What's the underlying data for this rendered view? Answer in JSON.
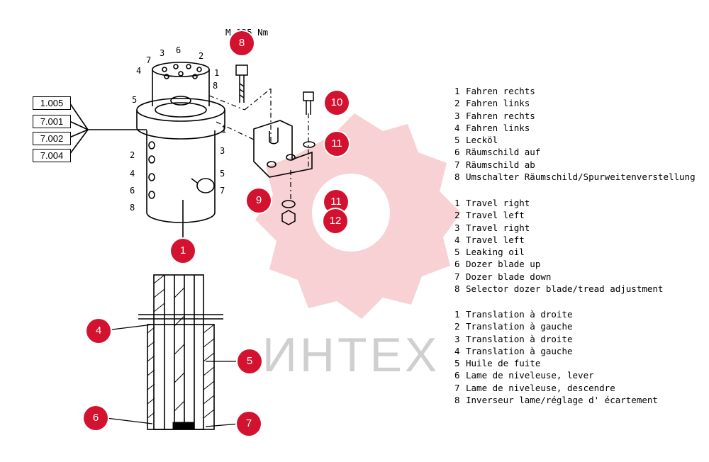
{
  "torque_label": "M  125 Nm",
  "watermark": "ИНТЕХ",
  "colors": {
    "bubble": "#d2122e",
    "watermark_gear": "#f6c9cc",
    "line": "#000000"
  },
  "ref_boxes": [
    "1.005",
    "7.001",
    "7.002",
    "7.004"
  ],
  "callout_numbers": {
    "top": [
      "7",
      "3",
      "6",
      "2",
      "4",
      "1",
      "5",
      "8"
    ],
    "side_right": [
      "1",
      "3",
      "5",
      "7"
    ],
    "side_left": [
      "2",
      "4",
      "6",
      "8"
    ]
  },
  "bubbles": [
    "8",
    "10",
    "11",
    "11",
    "12",
    "9",
    "1",
    "4",
    "5",
    "6",
    "7"
  ],
  "legend_de": [
    {
      "n": "1",
      "t": "Fahren rechts"
    },
    {
      "n": "2",
      "t": "Fahren links"
    },
    {
      "n": "3",
      "t": "Fahren rechts"
    },
    {
      "n": "4",
      "t": "Fahren links"
    },
    {
      "n": "5",
      "t": "Lecköl"
    },
    {
      "n": "6",
      "t": "Räumschild auf"
    },
    {
      "n": "7",
      "t": "Räumschild ab"
    },
    {
      "n": "8",
      "t": "Umschalter Räumschild/Spurweitenverstellung"
    }
  ],
  "legend_en": [
    {
      "n": "1",
      "t": "Travel right"
    },
    {
      "n": "2",
      "t": "Travel left"
    },
    {
      "n": "3",
      "t": "Travel right"
    },
    {
      "n": "4",
      "t": "Travel left"
    },
    {
      "n": "5",
      "t": "Leaking oil"
    },
    {
      "n": "6",
      "t": "Dozer blade up"
    },
    {
      "n": "7",
      "t": "Dozer blade down"
    },
    {
      "n": "8",
      "t": "Selector dozer blade/tread adjustment"
    }
  ],
  "legend_fr": [
    {
      "n": "1",
      "t": "Translation à droite"
    },
    {
      "n": "2",
      "t": "Translation à gauche"
    },
    {
      "n": "3",
      "t": "Translation à droite"
    },
    {
      "n": "4",
      "t": "Translation à gauche"
    },
    {
      "n": "5",
      "t": "Huile de fuite"
    },
    {
      "n": "6",
      "t": "Lame de niveleuse, lever"
    },
    {
      "n": "7",
      "t": "Lame de niveleuse, descendre"
    },
    {
      "n": "8",
      "t": "Inverseur lame/réglage d' écartement"
    }
  ]
}
